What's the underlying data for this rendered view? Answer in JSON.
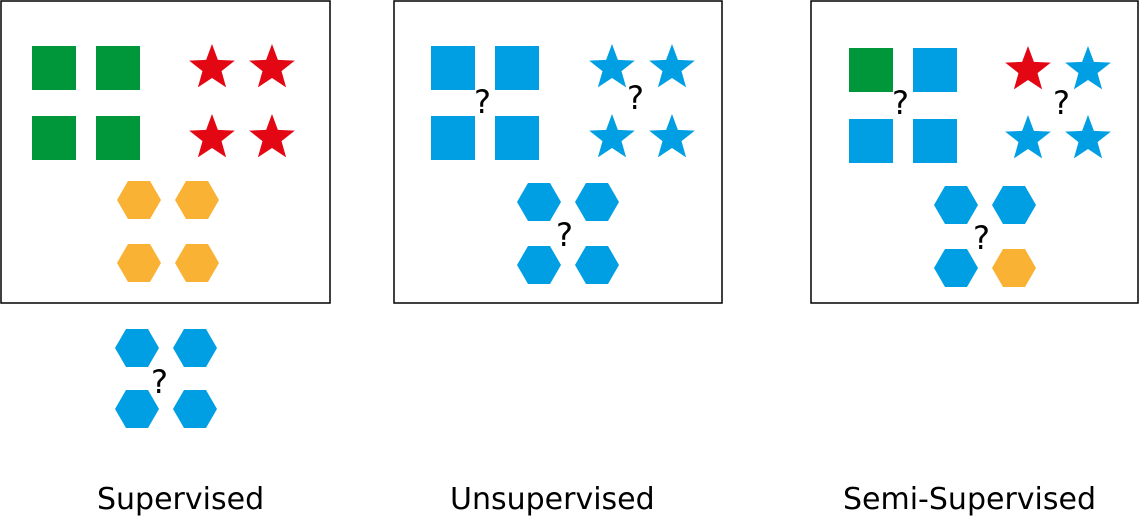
{
  "colors": {
    "green": "#00963a",
    "red": "#e30613",
    "orange": "#f9b233",
    "blue": "#009fe3",
    "border": "#000000"
  },
  "question_mark": "?",
  "panels": [
    {
      "caption": "Supervised"
    },
    {
      "caption": "Unsupervised"
    },
    {
      "caption": "Semi-Supervised"
    }
  ]
}
